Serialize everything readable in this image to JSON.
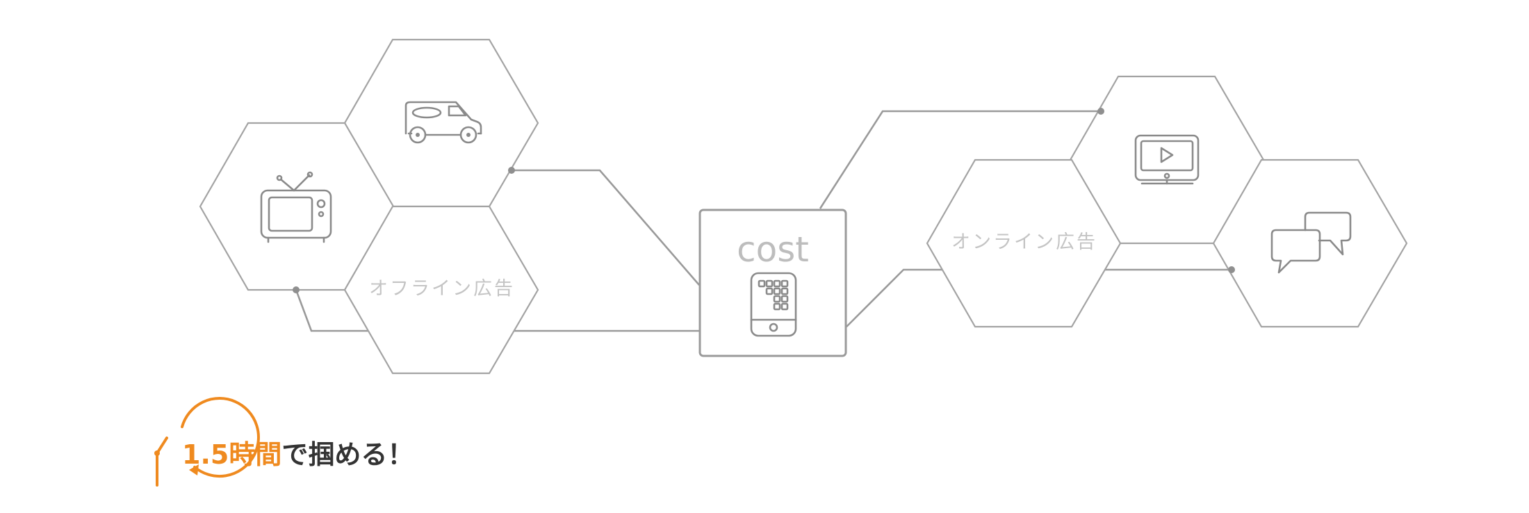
{
  "diagram": {
    "offline_group": {
      "label": "オフライン広告",
      "icons": [
        "tv-icon",
        "van-icon"
      ]
    },
    "center": {
      "label": "cost",
      "icon": "calculator-phone-icon"
    },
    "online_group": {
      "label": "オンライン広告",
      "icons": [
        "video-monitor-icon",
        "chat-bubbles-icon"
      ]
    },
    "colors": {
      "line": "#9a9a9a",
      "label": "#c4c4c4",
      "accent": "#ef8a1f",
      "text_dark": "#333333"
    }
  },
  "tagline": {
    "icon": "clock-icon",
    "highlight": "1.5時間",
    "rest": "で掴める！"
  }
}
